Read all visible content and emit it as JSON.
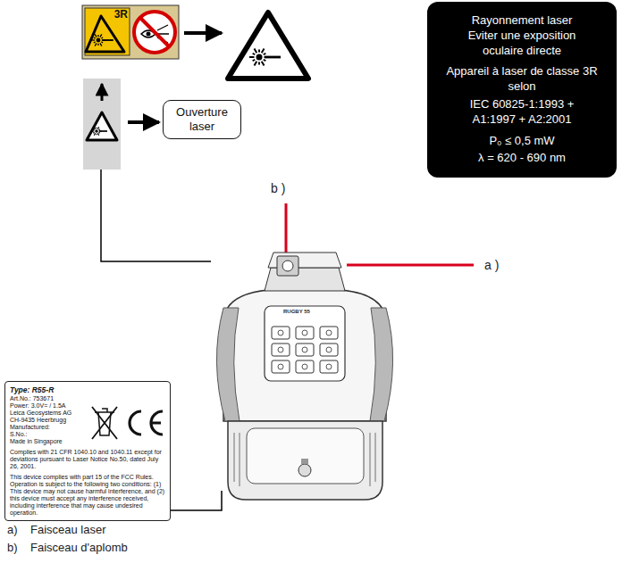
{
  "diagram": {
    "nodes": [
      {
        "text": [
          "3R"
        ]
      },
      {
        "text": [
          "Rayonnement laser",
          "Eviter une exposition oculaire directe",
          "Appareil à laser de classe 3R selon",
          "IEC 60825-1:1993 + A1:1997 + A2:2001",
          "P₀ ≤ 0,5 mW",
          "λ = 620 - 690 nm"
        ]
      },
      {
        "text": [
          "Ouverture laser"
        ]
      },
      {
        "text": [
          "Type: R55-R",
          "Art.No.: 753671",
          "Power: 3.0V= / 1.5A",
          "Leica Geosystems AG",
          "CH-9435 Heerbrugg",
          "Manufactured:",
          "S.No.:",
          "Made in Singapore",
          "Complies with 21 CFR 1040.10 and 1040.11 except for deviations pursuant to Laser Notice No.50, dated July 26, 2001.",
          "This device complies with part 15 of the FCC Rules. Operation is subject to the following two conditions: (1) This device may not cause harmful interference, and (2) this device must accept any interference received, including interference that may cause undesired operation."
        ]
      }
    ],
    "labels": [
      "b )",
      "a )",
      "RUGBY 55",
      "a)",
      "Faisceau laser",
      "b)",
      "Faisceau d'aplomb"
    ]
  }
}
